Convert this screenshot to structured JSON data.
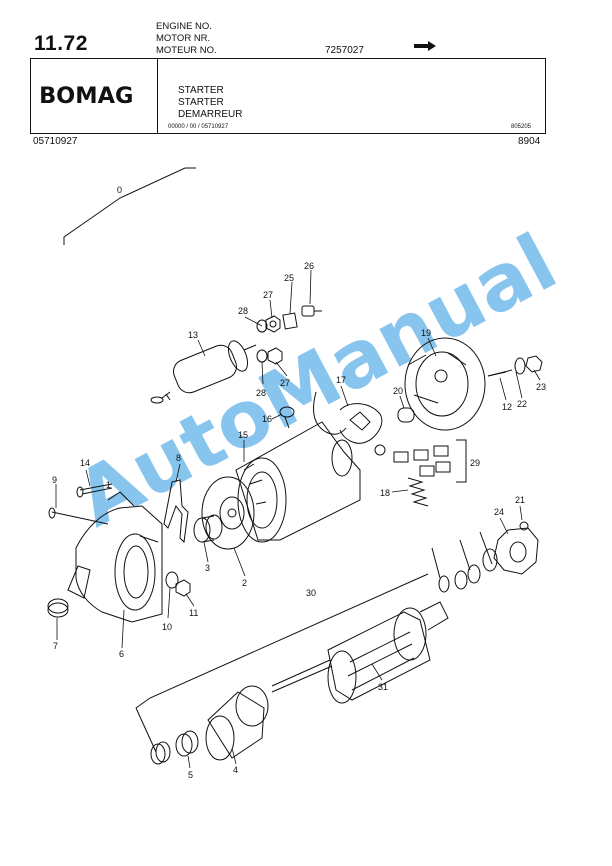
{
  "header": {
    "page_number": "11.72",
    "engine_labels": [
      "ENGINE NO.",
      "MOTOR NR.",
      "MOTEUR NO."
    ],
    "engine_serial": "7257027",
    "brand": "BOMAG",
    "titles": [
      "STARTER",
      "STARTER",
      "DEMARREUR"
    ],
    "small_code": "00000 / 00 / 05710927",
    "ref_code": "805205",
    "part_number": "05710927",
    "date_code": "8904"
  },
  "callouts": [
    "0",
    "1",
    "2",
    "3",
    "4",
    "5",
    "6",
    "7",
    "8",
    "9",
    "10",
    "11",
    "12",
    "13",
    "14",
    "15",
    "16",
    "17",
    "18",
    "19",
    "20",
    "21",
    "22",
    "23",
    "24",
    "25",
    "26",
    "27",
    "27",
    "28",
    "28",
    "29",
    "30",
    "31"
  ],
  "watermark": "AutoManual",
  "colors": {
    "watermark": "#5fb2e8",
    "ink": "#111111"
  }
}
